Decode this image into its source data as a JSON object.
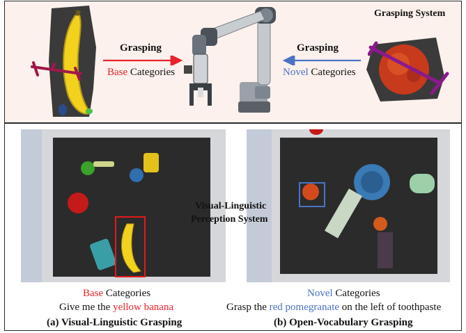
{
  "top": {
    "system_title": "Grasping System",
    "left_arrow_label": "Grasping",
    "left_category_highlight": "Base",
    "left_category_rest": " Categories",
    "right_arrow_label": "Grasping",
    "right_category_highlight": "Novel",
    "right_category_rest": " Categories"
  },
  "center_label_line1": "Visual-Linguistic",
  "center_label_line2": "Perception System",
  "left_panel": {
    "category_highlight": "Base",
    "category_rest": " Categories",
    "instruction_prefix": "Give me the ",
    "instruction_highlight": "yellow banana",
    "caption": "(a) Visual-Linguistic Grasping"
  },
  "right_panel": {
    "category_highlight": "Novel",
    "category_rest": " Categories",
    "instruction_prefix": "Grasp the ",
    "instruction_highlight": "red pomegranate",
    "instruction_suffix": " on the left of  toothpaste",
    "caption": "(b) Open-Vocabulary Grasping"
  },
  "colors": {
    "base_red": "#e8232a",
    "novel_blue": "#4a73c6",
    "top_panel_bg": "#fcf1ec",
    "grasp_purple": "#8a1a8c"
  }
}
